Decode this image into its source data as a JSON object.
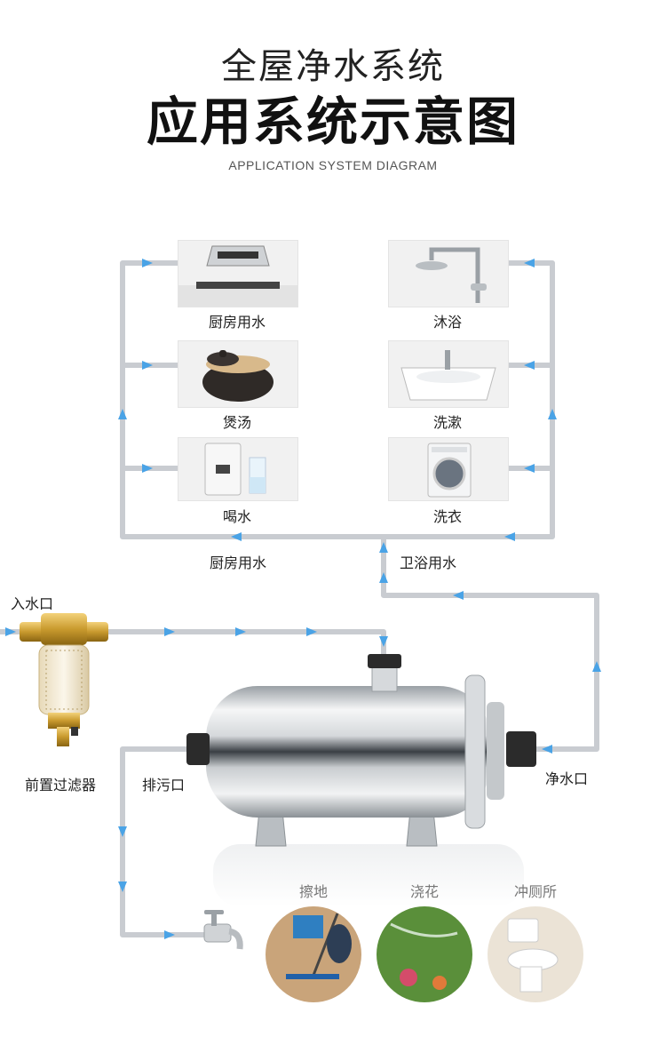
{
  "header": {
    "title_line1": "全屋净水系统",
    "title_line2": "应用系统示意图",
    "subtitle": "APPLICATION SYSTEM DIAGRAM"
  },
  "kitchen": {
    "items": [
      {
        "label": "厨房用水",
        "icon": "range-hood-icon"
      },
      {
        "label": "煲汤",
        "icon": "clay-pot-icon"
      },
      {
        "label": "喝水",
        "icon": "water-dispenser-icon"
      }
    ],
    "branch_label": "厨房用水"
  },
  "bathroom": {
    "items": [
      {
        "label": "沐浴",
        "icon": "shower-icon"
      },
      {
        "label": "洗漱",
        "icon": "wash-basin-icon"
      },
      {
        "label": "洗衣",
        "icon": "washing-machine-icon"
      }
    ],
    "branch_label": "卫浴用水"
  },
  "system": {
    "inlet_label": "入水口",
    "prefilter_label": "前置过滤器",
    "drain_label": "排污口",
    "outlet_label": "净水口"
  },
  "drain_uses": [
    {
      "label": "擦地",
      "icon": "mop-icon"
    },
    {
      "label": "浇花",
      "icon": "watering-icon"
    },
    {
      "label": "冲厕所",
      "icon": "toilet-icon"
    }
  ],
  "colors": {
    "pipe": "#c9ccd1",
    "arrow": "#4aa3e6",
    "steel_dark": "#8e9499",
    "steel_light": "#f4f5f6"
  }
}
